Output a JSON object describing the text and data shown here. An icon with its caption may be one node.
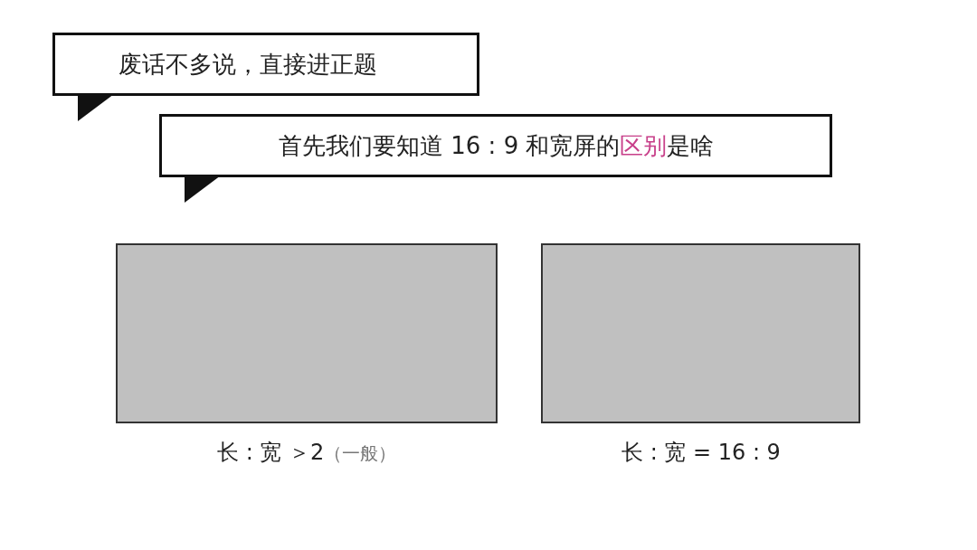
{
  "diagram": {
    "nodes": [
      {
        "text": [
          "废话不多说，直接进正题"
        ]
      },
      {
        "text": [
          "首先我们要知道 16 : 9 和宽屏的**区别**是啥"
        ]
      },
      {
        "text": [],
        "shape": "box",
        "beside": [
          "长 : 宽 ＞2",
          "（一般）"
        ]
      },
      {
        "text": [],
        "shape": "box",
        "beside": [
          "长 : 宽 = 16 : 9"
        ]
      }
    ],
    "edges": []
  }
}
